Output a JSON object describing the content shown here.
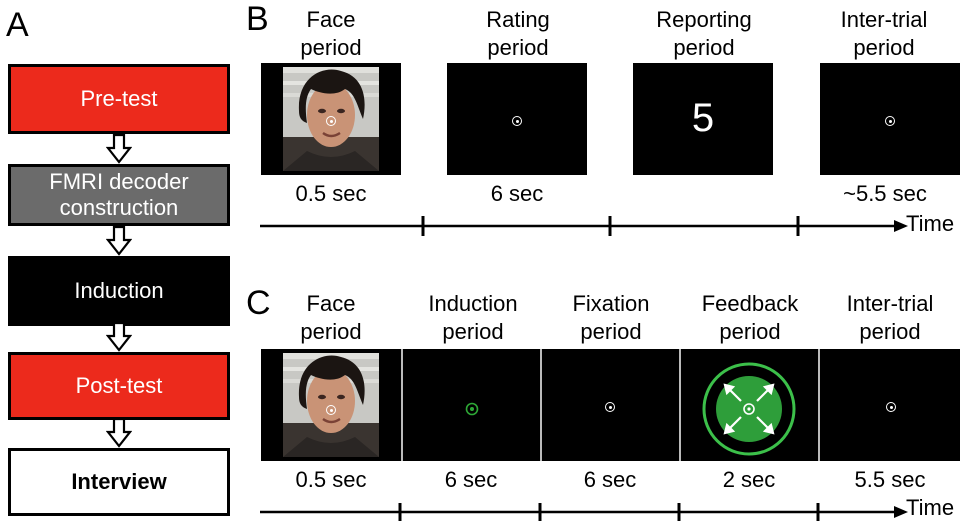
{
  "panels": {
    "a": "A",
    "b": "B",
    "c": "C"
  },
  "flow": {
    "pretest": "Pre-test",
    "decoder_line1": "FMRI decoder",
    "decoder_line2": "construction",
    "induction": "Induction",
    "posttest": "Post-test",
    "interview": "Interview"
  },
  "panel_b": {
    "phases": [
      {
        "line1": "Face",
        "line2": "period",
        "duration": "0.5 sec"
      },
      {
        "line1": "Rating",
        "line2": "period",
        "duration": "6 sec"
      },
      {
        "line1": "Reporting",
        "line2": "period",
        "duration": ""
      },
      {
        "line1": "Inter-trial",
        "line2": "period",
        "duration": "~5.5 sec"
      }
    ],
    "report_number": "5",
    "time_label": "Time"
  },
  "panel_c": {
    "phases": [
      {
        "line1": "Face",
        "line2": "period",
        "duration": "0.5 sec"
      },
      {
        "line1": "Induction",
        "line2": "period",
        "duration": "6 sec"
      },
      {
        "line1": "Fixation",
        "line2": "period",
        "duration": "6 sec"
      },
      {
        "line1": "Feedback",
        "line2": "period",
        "duration": "2 sec"
      },
      {
        "line1": "Inter-trial",
        "line2": "period",
        "duration": "5.5 sec"
      }
    ],
    "time_label": "Time"
  },
  "colors": {
    "red": "#ec2a1c",
    "gray": "#6b6b6b",
    "green": "#2ea836",
    "feedback_fill": "#2e9e3a"
  }
}
